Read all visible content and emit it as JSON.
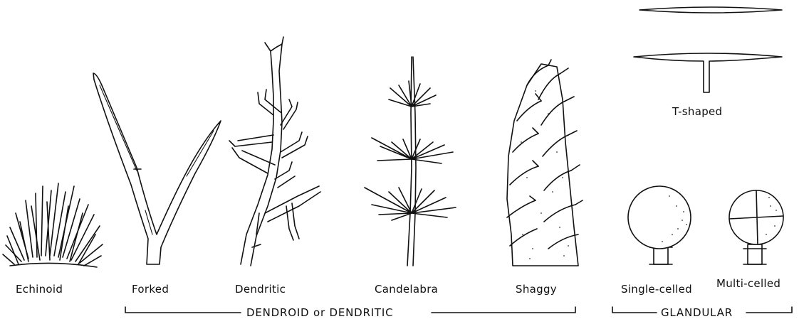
{
  "labels": {
    "echinoid": "Echinoid",
    "forked": "Forked",
    "dendritic": "Dendritic",
    "candelabra": "Candelabra",
    "shaggy": "Shaggy",
    "t_shaped": "T-shaped",
    "single_celled": "Single-celled",
    "multi_celled": "Multi-celled"
  },
  "groups": {
    "dendroid": "DENDROID or DENDRITIC",
    "glandular": "GLANDULAR"
  },
  "colors": {
    "ink": "#111111",
    "background": "#ffffff"
  }
}
